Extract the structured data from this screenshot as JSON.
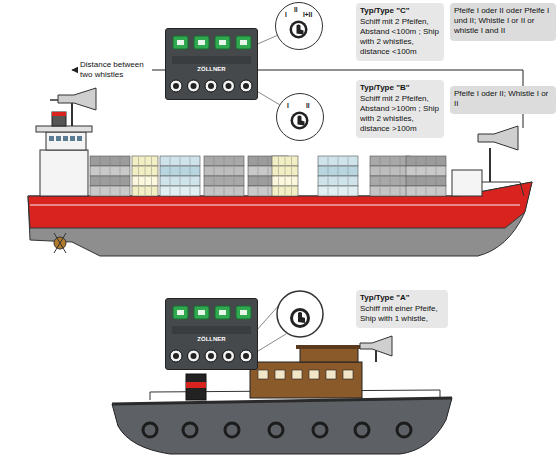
{
  "diagram": {
    "nodes": [
      {
        "text": [
          "ZÖLLNER"
        ]
      },
      {
        "text": [
          "I",
          "II",
          "I+II"
        ]
      },
      {
        "text": [
          "Typ/Type \"C\"",
          "Schiff mit 2 Pfeifen, Abstand <100m ; Ship with 2 whistles, distance <100m"
        ]
      },
      {
        "text": [
          "Pfeife I oder II oder Pfeife I und II; Whistle I or II or whistle I and II"
        ]
      },
      {
        "text": [
          "I",
          "II"
        ]
      },
      {
        "text": [
          "Typ/Type \"B\"",
          "Schiff mit 2 Pfeifen, Abstand >100m ; Ship with 2 whistles, distance >100m"
        ]
      },
      {
        "text": [
          "Pfeife I oder II; Whistle I or II"
        ]
      },
      {
        "text": [
          "ZÖLLNER"
        ]
      },
      {
        "text": [
          "Typ/Type \"A\"",
          "Schiff mit einer Pfeife, Ship with 1 whistle,"
        ]
      }
    ],
    "edges": [
      {
        "from": 0,
        "to": 1,
        "arrow": "none"
      },
      {
        "from": 0,
        "to": 4,
        "arrow": "none"
      }
    ],
    "labels": [
      "Distance between two whistles"
    ]
  }
}
